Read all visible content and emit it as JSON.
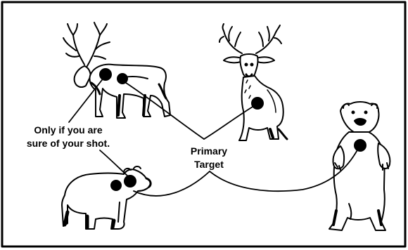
{
  "annotations": {
    "only_if_line1": "Only if you are",
    "only_if_line2": "sure of your shot.",
    "primary_line1": "Primary",
    "primary_line2": "Target"
  },
  "colors": {
    "ink": "#000000",
    "background": "#ffffff"
  },
  "figures": [
    {
      "name": "caribou",
      "icon": "caribou-illustration"
    },
    {
      "name": "deer",
      "icon": "whitetail-deer-illustration"
    },
    {
      "name": "black-bear",
      "icon": "black-bear-illustration"
    },
    {
      "name": "grizzly-bear",
      "icon": "standing-bear-illustration"
    }
  ]
}
